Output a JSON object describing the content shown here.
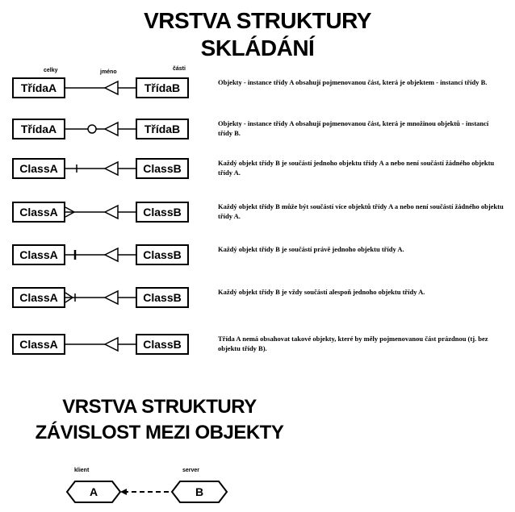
{
  "titles": {
    "main_line1": "VRSTVA STRUKTURY",
    "main_line2": "SKLÁDÁNÍ",
    "second_line1": "VRSTVA STRUKTURY",
    "second_line2": "ZÁVISLOST MEZI OBJEKTY"
  },
  "labels": {
    "celky": "celky",
    "jmeno": "jméno",
    "casti": "části",
    "klient": "klient",
    "server": "server"
  },
  "rows": [
    {
      "a": "TřídaA",
      "b": "TřídaB",
      "marker": "none",
      "desc": "Objekty - instance třídy A obsahují pojmenovanou část, která je objektem - instancí třídy B."
    },
    {
      "a": "TřídaA",
      "b": "TřídaB",
      "marker": "circle",
      "desc": "Objekty - instance třídy A obsahují pojmenovanou část, která je množinou objektů - instancí třídy B."
    },
    {
      "a": "ClassA",
      "b": "ClassB",
      "marker": "bar-circle",
      "desc": "Každý objekt třídy B je součástí jednoho objektu třídy A a nebo není součástí žádného objektu třídy A."
    },
    {
      "a": "ClassA",
      "b": "ClassB",
      "marker": "crowfoot",
      "desc": "Každý objekt třídy B může být součástí více objektů třídy A a nebo není součástí žádného objektu třídy A."
    },
    {
      "a": "ClassA",
      "b": "ClassB",
      "marker": "double-bar",
      "desc": "Každý objekt třídy B je součástí právě jednoho objektu třídy A."
    },
    {
      "a": "ClassA",
      "b": "ClassB",
      "marker": "crowfoot-bar",
      "desc": "Každý objekt třídy B je vždy součástí alespoň jednoho objektu třídy A."
    },
    {
      "a": "ClassA",
      "b": "ClassB",
      "marker": "none",
      "desc": "Třída A nemá obsahovat takové objekty, které by měly pojmenovanou část prázdnou (tj. bez objektu třídy B)."
    }
  ],
  "dependency": {
    "client": "A",
    "server": "B"
  }
}
